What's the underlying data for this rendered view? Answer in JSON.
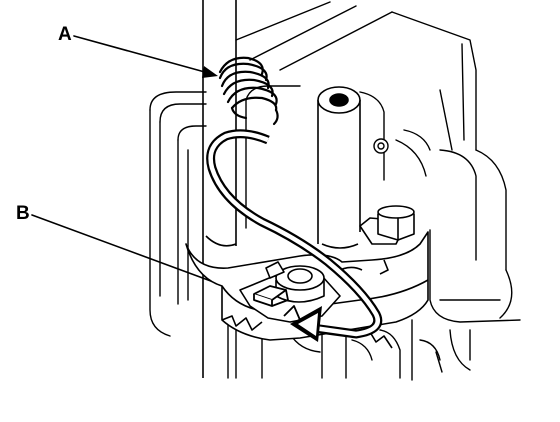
{
  "callouts": {
    "a": {
      "label": "A",
      "part": "spring"
    },
    "b": {
      "label": "B",
      "part": "lever-tab"
    }
  },
  "colors": {
    "ink": "#000000",
    "background": "#ffffff"
  }
}
